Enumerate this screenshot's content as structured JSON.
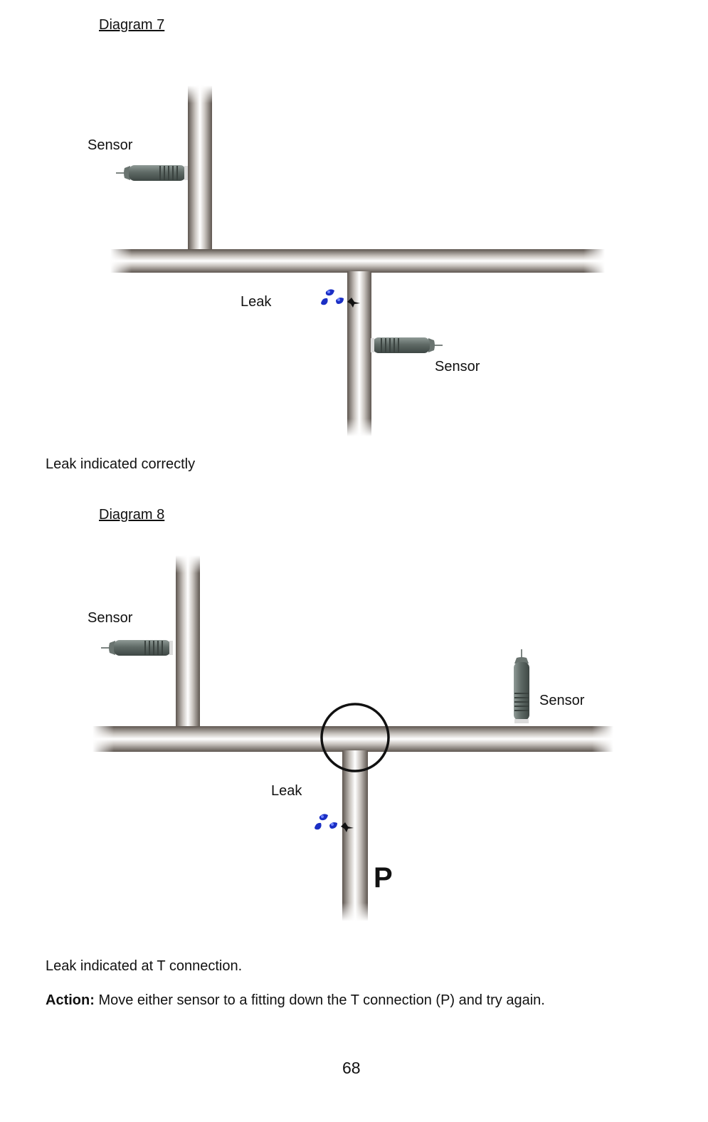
{
  "diagram7": {
    "heading": "Diagram 7",
    "sensor_top_label": "Sensor",
    "leak_label": "Leak",
    "sensor_bottom_label": "Sensor",
    "caption": "Leak indicated correctly"
  },
  "diagram8": {
    "heading": "Diagram 8",
    "sensor_left_label": "Sensor",
    "sensor_right_label": "Sensor",
    "leak_label": "Leak",
    "branch_marker": "P",
    "caption": "Leak indicated at T connection.",
    "action_label": "Action:",
    "action_text": " Move either sensor to a fitting down the T connection (P) and try again."
  },
  "page_number": "68"
}
